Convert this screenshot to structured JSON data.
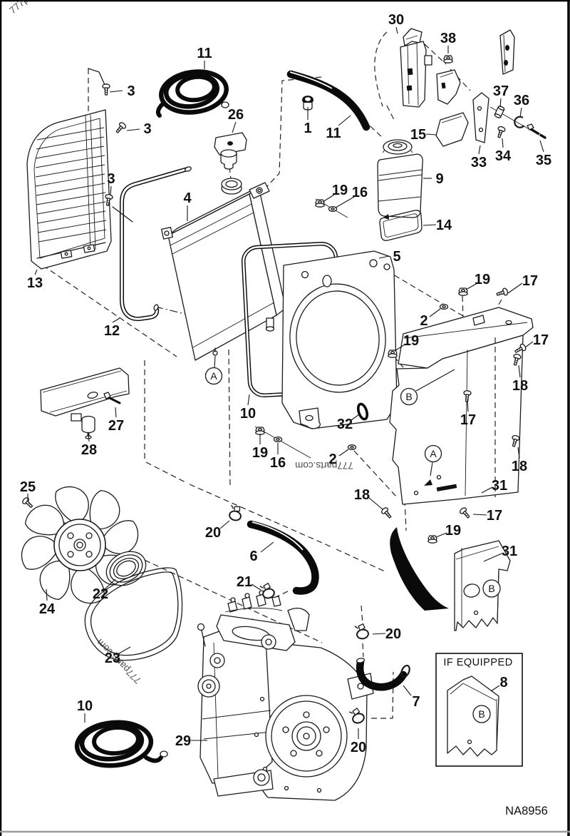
{
  "figure_code": "NA8956",
  "panel_box": {
    "title": "IF EQUIPPED"
  },
  "watermarks": [
    "777parts.com",
    "777parts.com",
    "777parts.com"
  ],
  "callouts": [
    "3",
    "3",
    "3",
    "11",
    "26",
    "1",
    "11",
    "30",
    "38",
    "37",
    "36",
    "35",
    "34",
    "33",
    "15",
    "9",
    "19",
    "16",
    "14",
    "5",
    "4",
    "13",
    "12",
    "2",
    "19",
    "17",
    "19",
    "17",
    "18",
    "17",
    "18",
    "31",
    "32",
    "10",
    "19",
    "16",
    "2",
    "18",
    "19",
    "17",
    "31",
    "27",
    "28",
    "25",
    "24",
    "22",
    "23",
    "20",
    "6",
    "21",
    "10",
    "29",
    "20",
    "7",
    "20",
    "8"
  ],
  "ref_letters": [
    "A",
    "B",
    "A",
    "B",
    "B"
  ]
}
